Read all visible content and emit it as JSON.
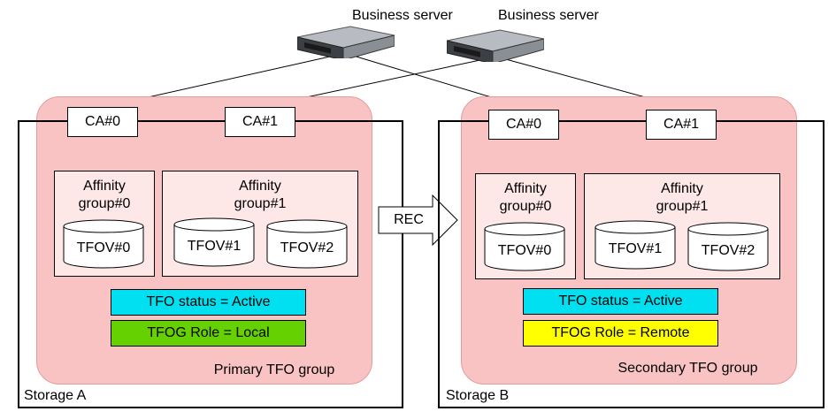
{
  "servers": [
    {
      "label": "Business server",
      "icon": "server-icon"
    },
    {
      "label": "Business server",
      "icon": "server-icon"
    }
  ],
  "primary": {
    "storage_label": "Storage A",
    "group_label": "Primary TFO group",
    "ca0": "CA#0",
    "ca1": "CA#1",
    "affinity0": "Affinity\ngroup#0",
    "affinity1": "Affinity\ngroup#1",
    "vol0": "TFOV#0",
    "vol1": "TFOV#1",
    "vol2": "TFOV#2",
    "status": "TFO status = Active",
    "role": "TFOG Role = Local",
    "status_color": "#00e0f0",
    "role_color": "#66d100"
  },
  "secondary": {
    "storage_label": "Storage B",
    "group_label": "Secondary TFO group",
    "ca0": "CA#0",
    "ca1": "CA#1",
    "affinity0": "Affinity\ngroup#0",
    "affinity1": "Affinity\ngroup#1",
    "vol0": "TFOV#0",
    "vol1": "TFOV#1",
    "vol2": "TFOV#2",
    "status": "TFO status = Active",
    "role": "TFOG Role = Remote",
    "status_color": "#00e0f0",
    "role_color": "#ffff00"
  },
  "rec_label": "REC",
  "colors": {
    "group_fill": "#f9c3c3",
    "affinity_fill": "#fde7e7"
  }
}
